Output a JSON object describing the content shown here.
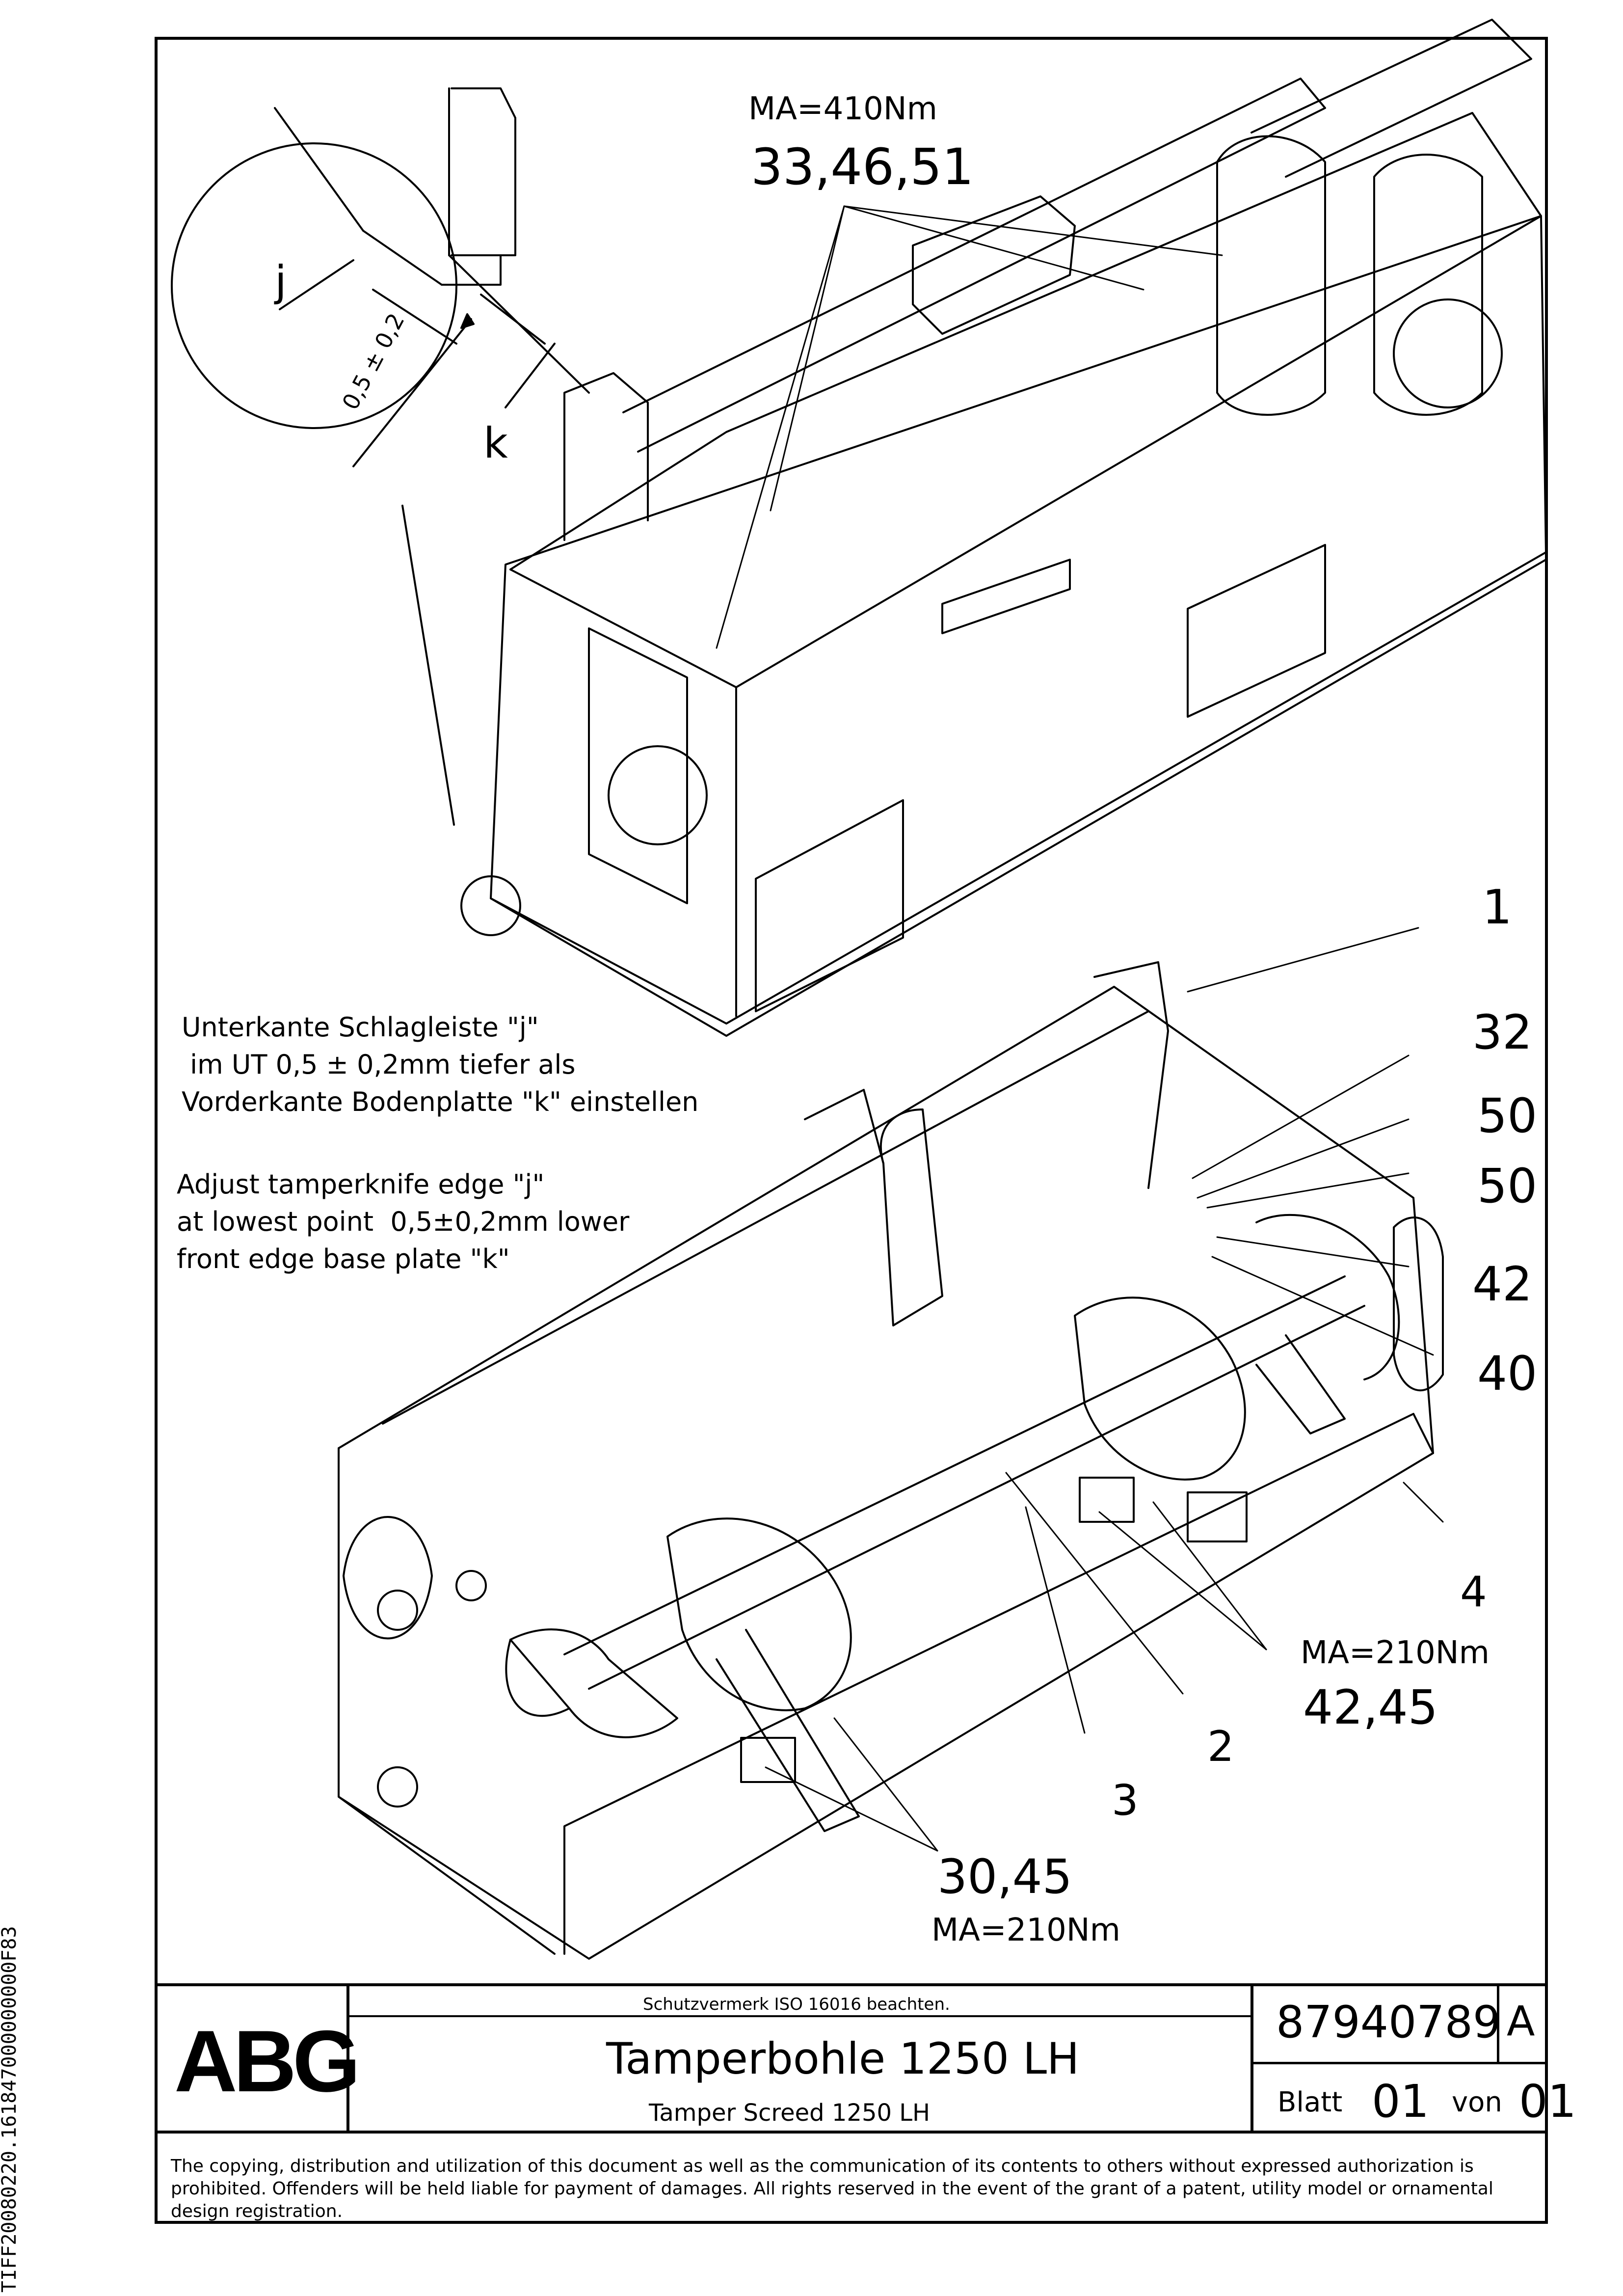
{
  "detail": {
    "label_j": "j",
    "label_k": "k",
    "tolerance": "0,5 ± 0,2"
  },
  "torque_top": {
    "torque": "MA=410Nm",
    "parts": "33,46,51"
  },
  "torque_mid": {
    "torque": "MA=210Nm",
    "parts": "42,45"
  },
  "torque_bottom": {
    "parts": "30,45",
    "torque": "MA=210Nm"
  },
  "callouts": [
    "1",
    "32",
    "50",
    "50",
    "42",
    "40",
    "4",
    "2",
    "3"
  ],
  "note_de": "Unterkante Schlagleiste \"j\"\n im UT 0,5 ± 0,2mm tiefer als\nVorderkante Bodenplatte \"k\" einstellen",
  "note_en": "Adjust tamperknife edge \"j\"\nat lowest point  0,5±0,2mm lower\nfront edge base plate \"k\"",
  "title_block": {
    "logo": "ABG",
    "protection_note": "Schutzvermerk ISO 16016 beachten.",
    "title_de": "Tamperbohle 1250 LH",
    "title_en": "Tamper Screed 1250 LH",
    "drawing_number": "87940789",
    "revision": "A",
    "sheet_label": "Blatt",
    "sheet_number": "01",
    "of_label": "von",
    "sheet_total": "01",
    "copyright": "The copying, distribution and utilization of this document as well as the communication of its contents to others without expressed authorization is prohibited. Offenders will be held liable for payment of damages. All rights reserved in the event of the grant of a patent, utility model or ornamental design registration."
  },
  "side_code": "TIFF20080220.161847000000000F83"
}
